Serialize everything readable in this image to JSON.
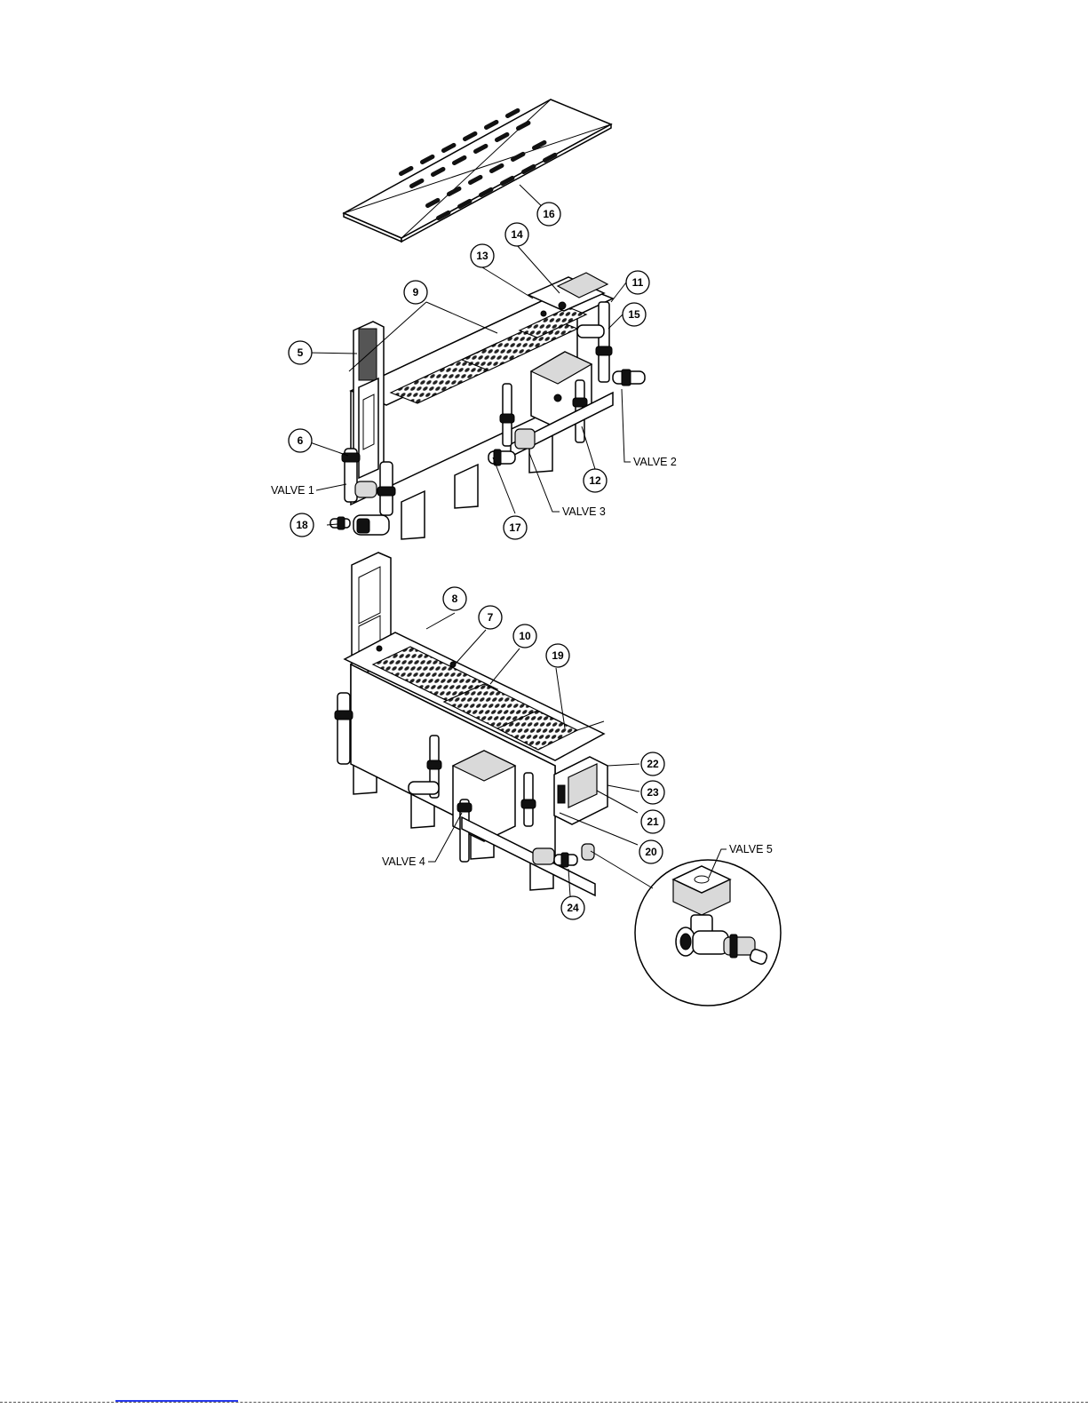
{
  "callouts": {
    "c5": "5",
    "c6": "6",
    "c7": "7",
    "c8": "8",
    "c9": "9",
    "c10": "10",
    "c11": "11",
    "c12": "12",
    "c13": "13",
    "c14": "14",
    "c15": "15",
    "c16": "16",
    "c17": "17",
    "c18": "18",
    "c19": "19",
    "c20": "20",
    "c21": "21",
    "c22": "22",
    "c23": "23",
    "c24": "24"
  },
  "valves": {
    "v1": "VALVE 1",
    "v2": "VALVE 2",
    "v3": "VALVE 3",
    "v4": "VALVE 4",
    "v5": "VALVE 5"
  },
  "colors": {
    "line": "#000000",
    "background": "#ffffff",
    "footer_link": "#2a3cf0"
  }
}
